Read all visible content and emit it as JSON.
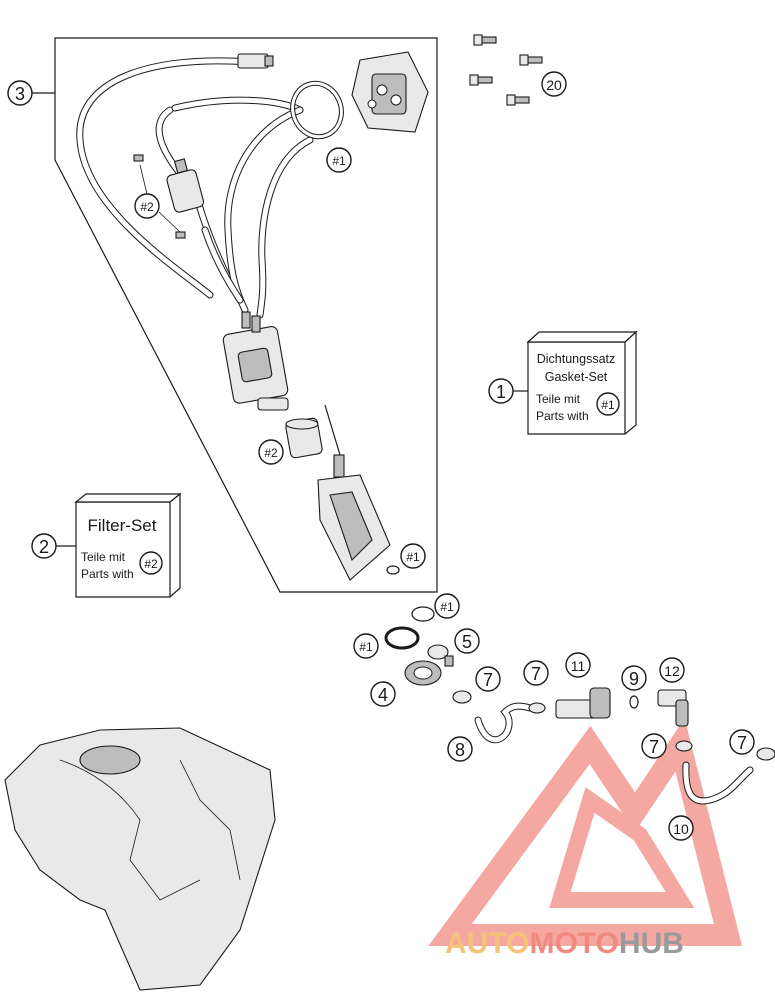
{
  "callouts": {
    "c1": "1",
    "c2": "2",
    "c3": "3",
    "c4": "4",
    "c5": "5",
    "c7a": "7",
    "c7b": "7",
    "c7c": "7",
    "c7d": "7",
    "c8": "8",
    "c9": "9",
    "c10": "10",
    "c11": "11",
    "c12": "12",
    "c20": "20"
  },
  "refs": {
    "r1_ring": "#1",
    "r1_pump_oring": "#1",
    "r1_top_oring": "#1",
    "r1_left_oring": "#1",
    "r2_filter": "#2",
    "r2_sock": "#2"
  },
  "filter_set_box": {
    "title": "Filter-Set",
    "line1": "Teile mit",
    "line2": "Parts with",
    "ref": "#2"
  },
  "gasket_set_box": {
    "title1": "Dichtungssatz",
    "title2": "Gasket-Set",
    "line1": "Teile mit",
    "line2": "Parts with",
    "ref": "#1"
  },
  "watermark": {
    "part1": "AUTO",
    "part2": "MOTO",
    "part3": "HUB",
    "colors": {
      "auto": "#f5c27a",
      "moto": "#f08a80",
      "hub": "#9a9a9a",
      "logo": "#f28b82"
    }
  }
}
